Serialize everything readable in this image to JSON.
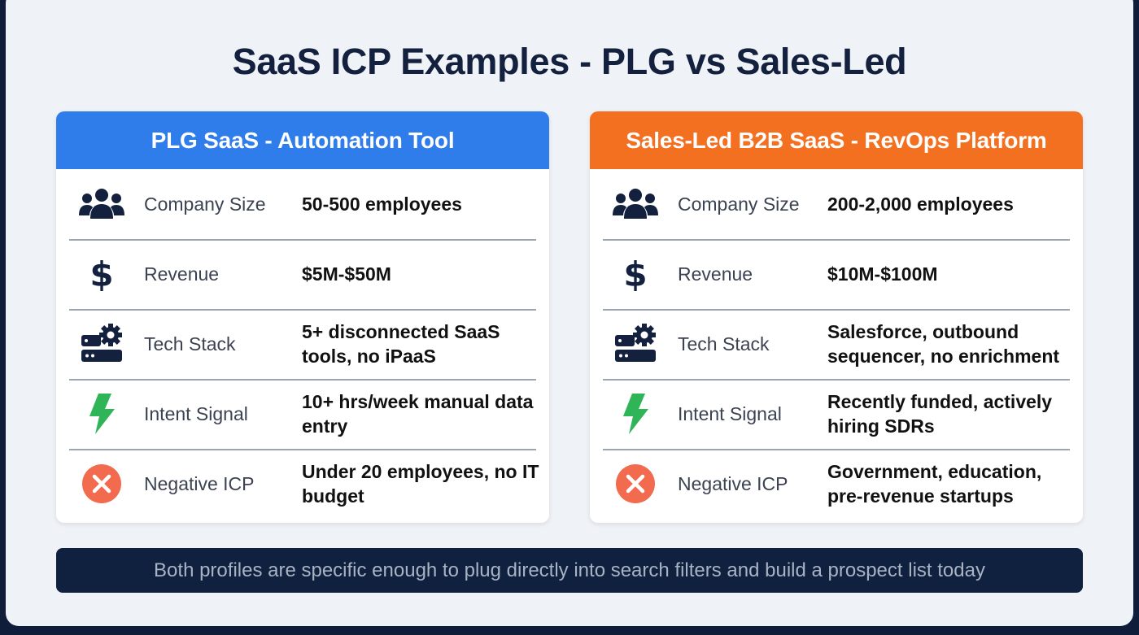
{
  "title": "SaaS ICP Examples - PLG vs Sales-Led",
  "colors": {
    "background_frame": "#0f1d3a",
    "panel": "#eff2f6",
    "plg_header": "#2f7deb",
    "sales_header": "#f37021",
    "icon_navy": "#13213f",
    "intent_green": "#2fb457",
    "negative_orange": "#f26b4f",
    "footer_bg": "#10203f"
  },
  "cards": [
    {
      "header": "PLG SaaS - Automation Tool",
      "header_color": "#2f7deb",
      "rows": [
        {
          "icon": "users-icon",
          "label": "Company Size",
          "value": "50-500 employees"
        },
        {
          "icon": "dollar-icon",
          "label": "Revenue",
          "value": "$5M-$50M"
        },
        {
          "icon": "server-gear-icon",
          "label": "Tech Stack",
          "value": "5+ disconnected SaaS tools, no iPaaS"
        },
        {
          "icon": "lightning-icon",
          "label": "Intent Signal",
          "value": "10+ hrs/week manual data entry"
        },
        {
          "icon": "x-circle-icon",
          "label": "Negative ICP",
          "value": "Under 20 employees, no IT budget"
        }
      ]
    },
    {
      "header": "Sales-Led B2B SaaS - RevOps Platform",
      "header_color": "#f37021",
      "rows": [
        {
          "icon": "users-icon",
          "label": "Company Size",
          "value": "200-2,000 employees"
        },
        {
          "icon": "dollar-icon",
          "label": "Revenue",
          "value": "$10M-$100M"
        },
        {
          "icon": "server-gear-icon",
          "label": "Tech Stack",
          "value": "Salesforce, outbound sequencer, no enrichment"
        },
        {
          "icon": "lightning-icon",
          "label": "Intent Signal",
          "value": "Recently funded, actively hiring SDRs"
        },
        {
          "icon": "x-circle-icon",
          "label": "Negative ICP",
          "value": "Government, education, pre-revenue startups"
        }
      ]
    }
  ],
  "footer": "Both profiles are specific enough to plug directly into search filters and build a prospect list today"
}
